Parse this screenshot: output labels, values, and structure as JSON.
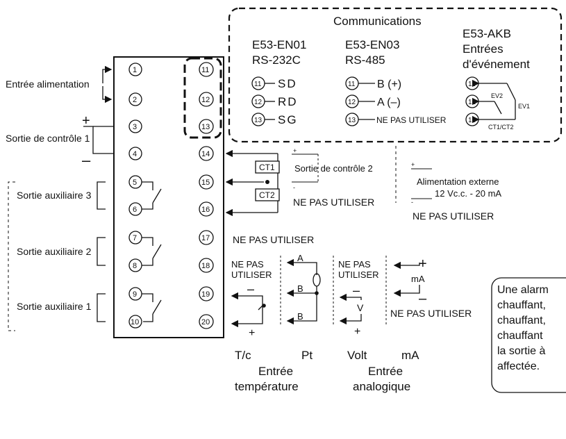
{
  "comms": {
    "title": "Communications",
    "col1": {
      "model": "E53-EN01",
      "type": "RS-232C",
      "sig11": "SD",
      "sig12": "RD",
      "sig13": "SG"
    },
    "col2": {
      "model": "E53-EN03",
      "type": "RS-485",
      "sig11": "B (+)",
      "sig12": "A (–)",
      "sig13": "NE PAS UTILISER"
    },
    "col3": {
      "model": "E53-AKB",
      "line2": "Entrées",
      "line3": "d'événement",
      "ev2": "EV2",
      "ev1": "EV1",
      "ct": "CT1/CT2"
    }
  },
  "left_labels": {
    "power": "Entrée alimentation",
    "plus": "+",
    "minus": "–",
    "control1": "Sortie de contrôle 1",
    "aux3": "Sortie auxiliaire 3",
    "aux2": "Sortie auxiliaire 2",
    "aux1": "Sortie auxiliaire 1"
  },
  "terminals": [
    "1",
    "2",
    "3",
    "4",
    "5",
    "6",
    "7",
    "8",
    "9",
    "10",
    "11",
    "12",
    "13",
    "14",
    "15",
    "16",
    "17",
    "18",
    "19",
    "20"
  ],
  "right_labels": {
    "ct1": "CT1",
    "ct2": "CT2",
    "control2": "Sortie de contrôle 2",
    "c2_plus": "+",
    "c2_minus": "-",
    "not_used_1": "NE PAS UTILISER",
    "ext_plus": "+",
    "ext_minus": "-",
    "ext_power": "Alimentation externe",
    "ext_spec": "12 Vc.c. - 20 mA",
    "not_used_2": "NE PAS UTILISER",
    "not_used_17": "NE PAS UTILISER"
  },
  "inputs": {
    "tc_npu_1": "NE PAS",
    "tc_npu_2": "UTILISER",
    "minus": "–",
    "plus": "+",
    "A": "A",
    "B1": "B",
    "B2": "B",
    "an_npu_1": "NE PAS",
    "an_npu_2": "UTILISER",
    "an_minus": "–",
    "an_plus": "+",
    "V": "V",
    "mA": "mA",
    "ma_plus": "+",
    "ma_minus": "–",
    "not_used_ma": "NE PAS UTILISER",
    "tc": "T/c",
    "pt": "Pt",
    "volt": "Volt",
    "ma_label": "mA",
    "temp_1": "Entrée",
    "temp_2": "température",
    "analog_1": "Entrée",
    "analog_2": "analogique"
  },
  "note": {
    "l1": "Une alarm",
    "l2": "chauffant,",
    "l3": "chauffant,",
    "l4": "chauffant",
    "l5": "la sortie à",
    "l6": "affectée."
  }
}
